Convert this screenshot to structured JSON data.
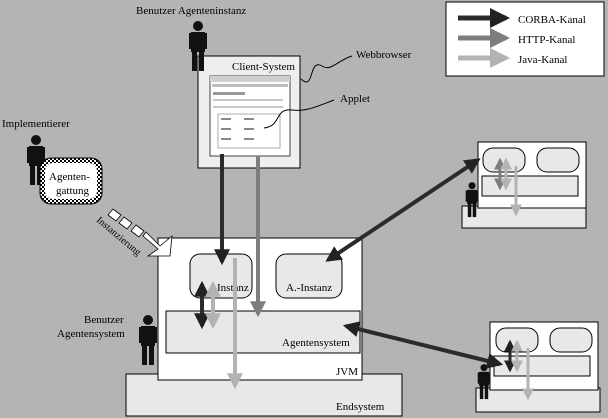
{
  "legend": {
    "items": [
      {
        "label": "CORBA-Kanal",
        "color": "#2b2b2b"
      },
      {
        "label": "HTTP-Kanal",
        "color": "#7d7d7d"
      },
      {
        "label": "Java-Kanal",
        "color": "#b3b3b3"
      }
    ]
  },
  "actors": {
    "benutzer_agenteninstanz": "Benutzer Agenteninstanz",
    "implementierer": "Implementierer",
    "benutzer_agentensystem": [
      "Benutzer",
      "Agentensystem"
    ]
  },
  "labels": {
    "client_system": "Client-System",
    "webbrowser": "Webbrowser",
    "applet": "Applet",
    "agentengattung": [
      "Agenten-",
      "gattung"
    ],
    "instanzierung": "Instanzierung",
    "instanz": "Instanz",
    "a_instanz": "A.-Instanz",
    "agentensystem": "Agentensystem",
    "jvm": "JVM",
    "endsystem": "Endsystem"
  }
}
